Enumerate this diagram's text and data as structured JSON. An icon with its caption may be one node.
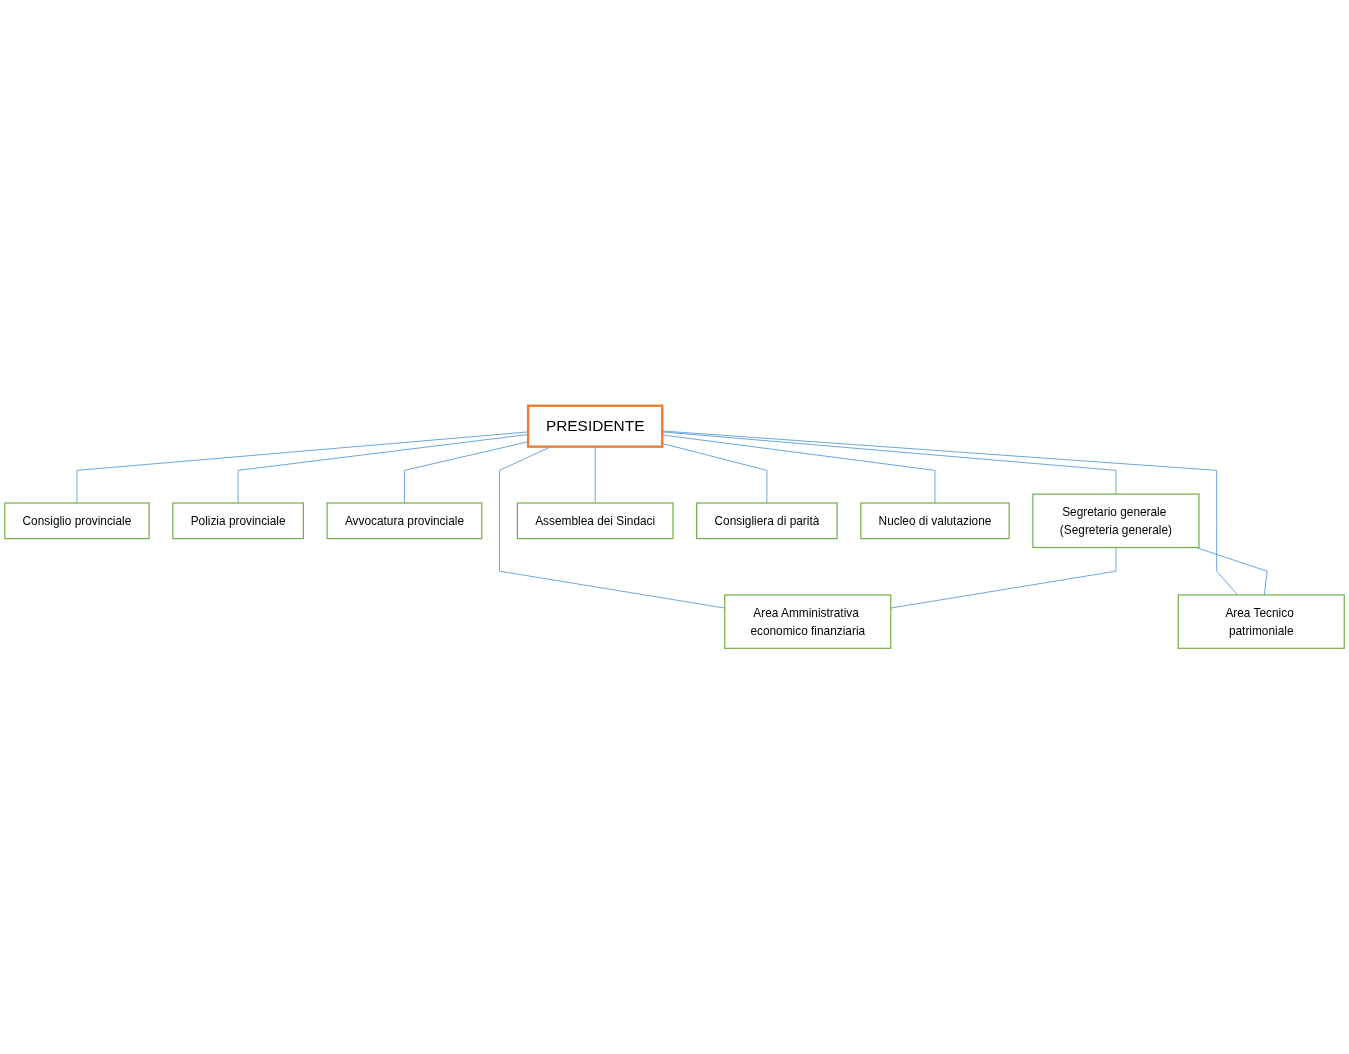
{
  "diagram": {
    "nodes": [
      {
        "text": [
          "PRESIDENTE"
        ]
      },
      {
        "text": [
          "Consiglio provinciale"
        ]
      },
      {
        "text": [
          "Polizia provinciale"
        ]
      },
      {
        "text": [
          "Avvocatura provinciale"
        ]
      },
      {
        "text": [
          "Segretario generale (Segreteria generale)"
        ]
      },
      {
        "text": [
          "Assemblea dei Sindaci"
        ]
      },
      {
        "text": [
          "Consigliera di parità"
        ]
      },
      {
        "text": [
          "Nucleo di valutazione"
        ]
      },
      {
        "text": [
          "Area Amministrativa economico finanziaria"
        ]
      },
      {
        "text": [
          "Area Tecnico patrimoniale"
        ]
      }
    ],
    "edges": [
      {
        "from": 0,
        "to": 1,
        "arrow": "none"
      },
      {
        "from": 0,
        "to": 2,
        "arrow": "none"
      },
      {
        "from": 0,
        "to": 3,
        "arrow": "none"
      },
      {
        "from": 0,
        "to": 4,
        "arrow": "none"
      },
      {
        "from": 0,
        "to": 5,
        "arrow": "none"
      },
      {
        "from": 0,
        "to": 6,
        "arrow": "none"
      },
      {
        "from": 0,
        "to": 7,
        "arrow": "none"
      },
      {
        "from": 0,
        "to": 8,
        "arrow": "none"
      },
      {
        "from": 0,
        "to": 9,
        "arrow": "none"
      },
      {
        "from": 4,
        "to": 8,
        "arrow": "none"
      },
      {
        "from": 4,
        "to": 9,
        "arrow": "none"
      }
    ]
  }
}
